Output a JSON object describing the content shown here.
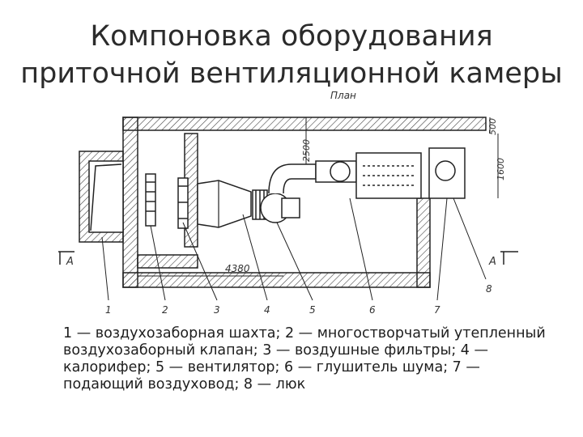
{
  "title": {
    "line1": "Компоновка оборудования",
    "line2": "приточной вентиляционной камеры"
  },
  "drawing": {
    "plan_label": "План",
    "section_left": "A",
    "section_right": "A",
    "dim_2500": "2500",
    "dim_500": "500",
    "dim_1600": "1600",
    "dim_4380": "4380",
    "callouts": [
      "1",
      "2",
      "3",
      "4",
      "5",
      "6",
      "7",
      "8"
    ]
  },
  "caption": "1 — воздухозаборная шахта; 2 — многостворчатый утепленный воздухозаборный клапан; 3 — воздушные фильтры; 4 — калорифер; 5 — вентилятор; 6 — глушитель шума; 7 — подающий воздуховод; 8 — люк"
}
